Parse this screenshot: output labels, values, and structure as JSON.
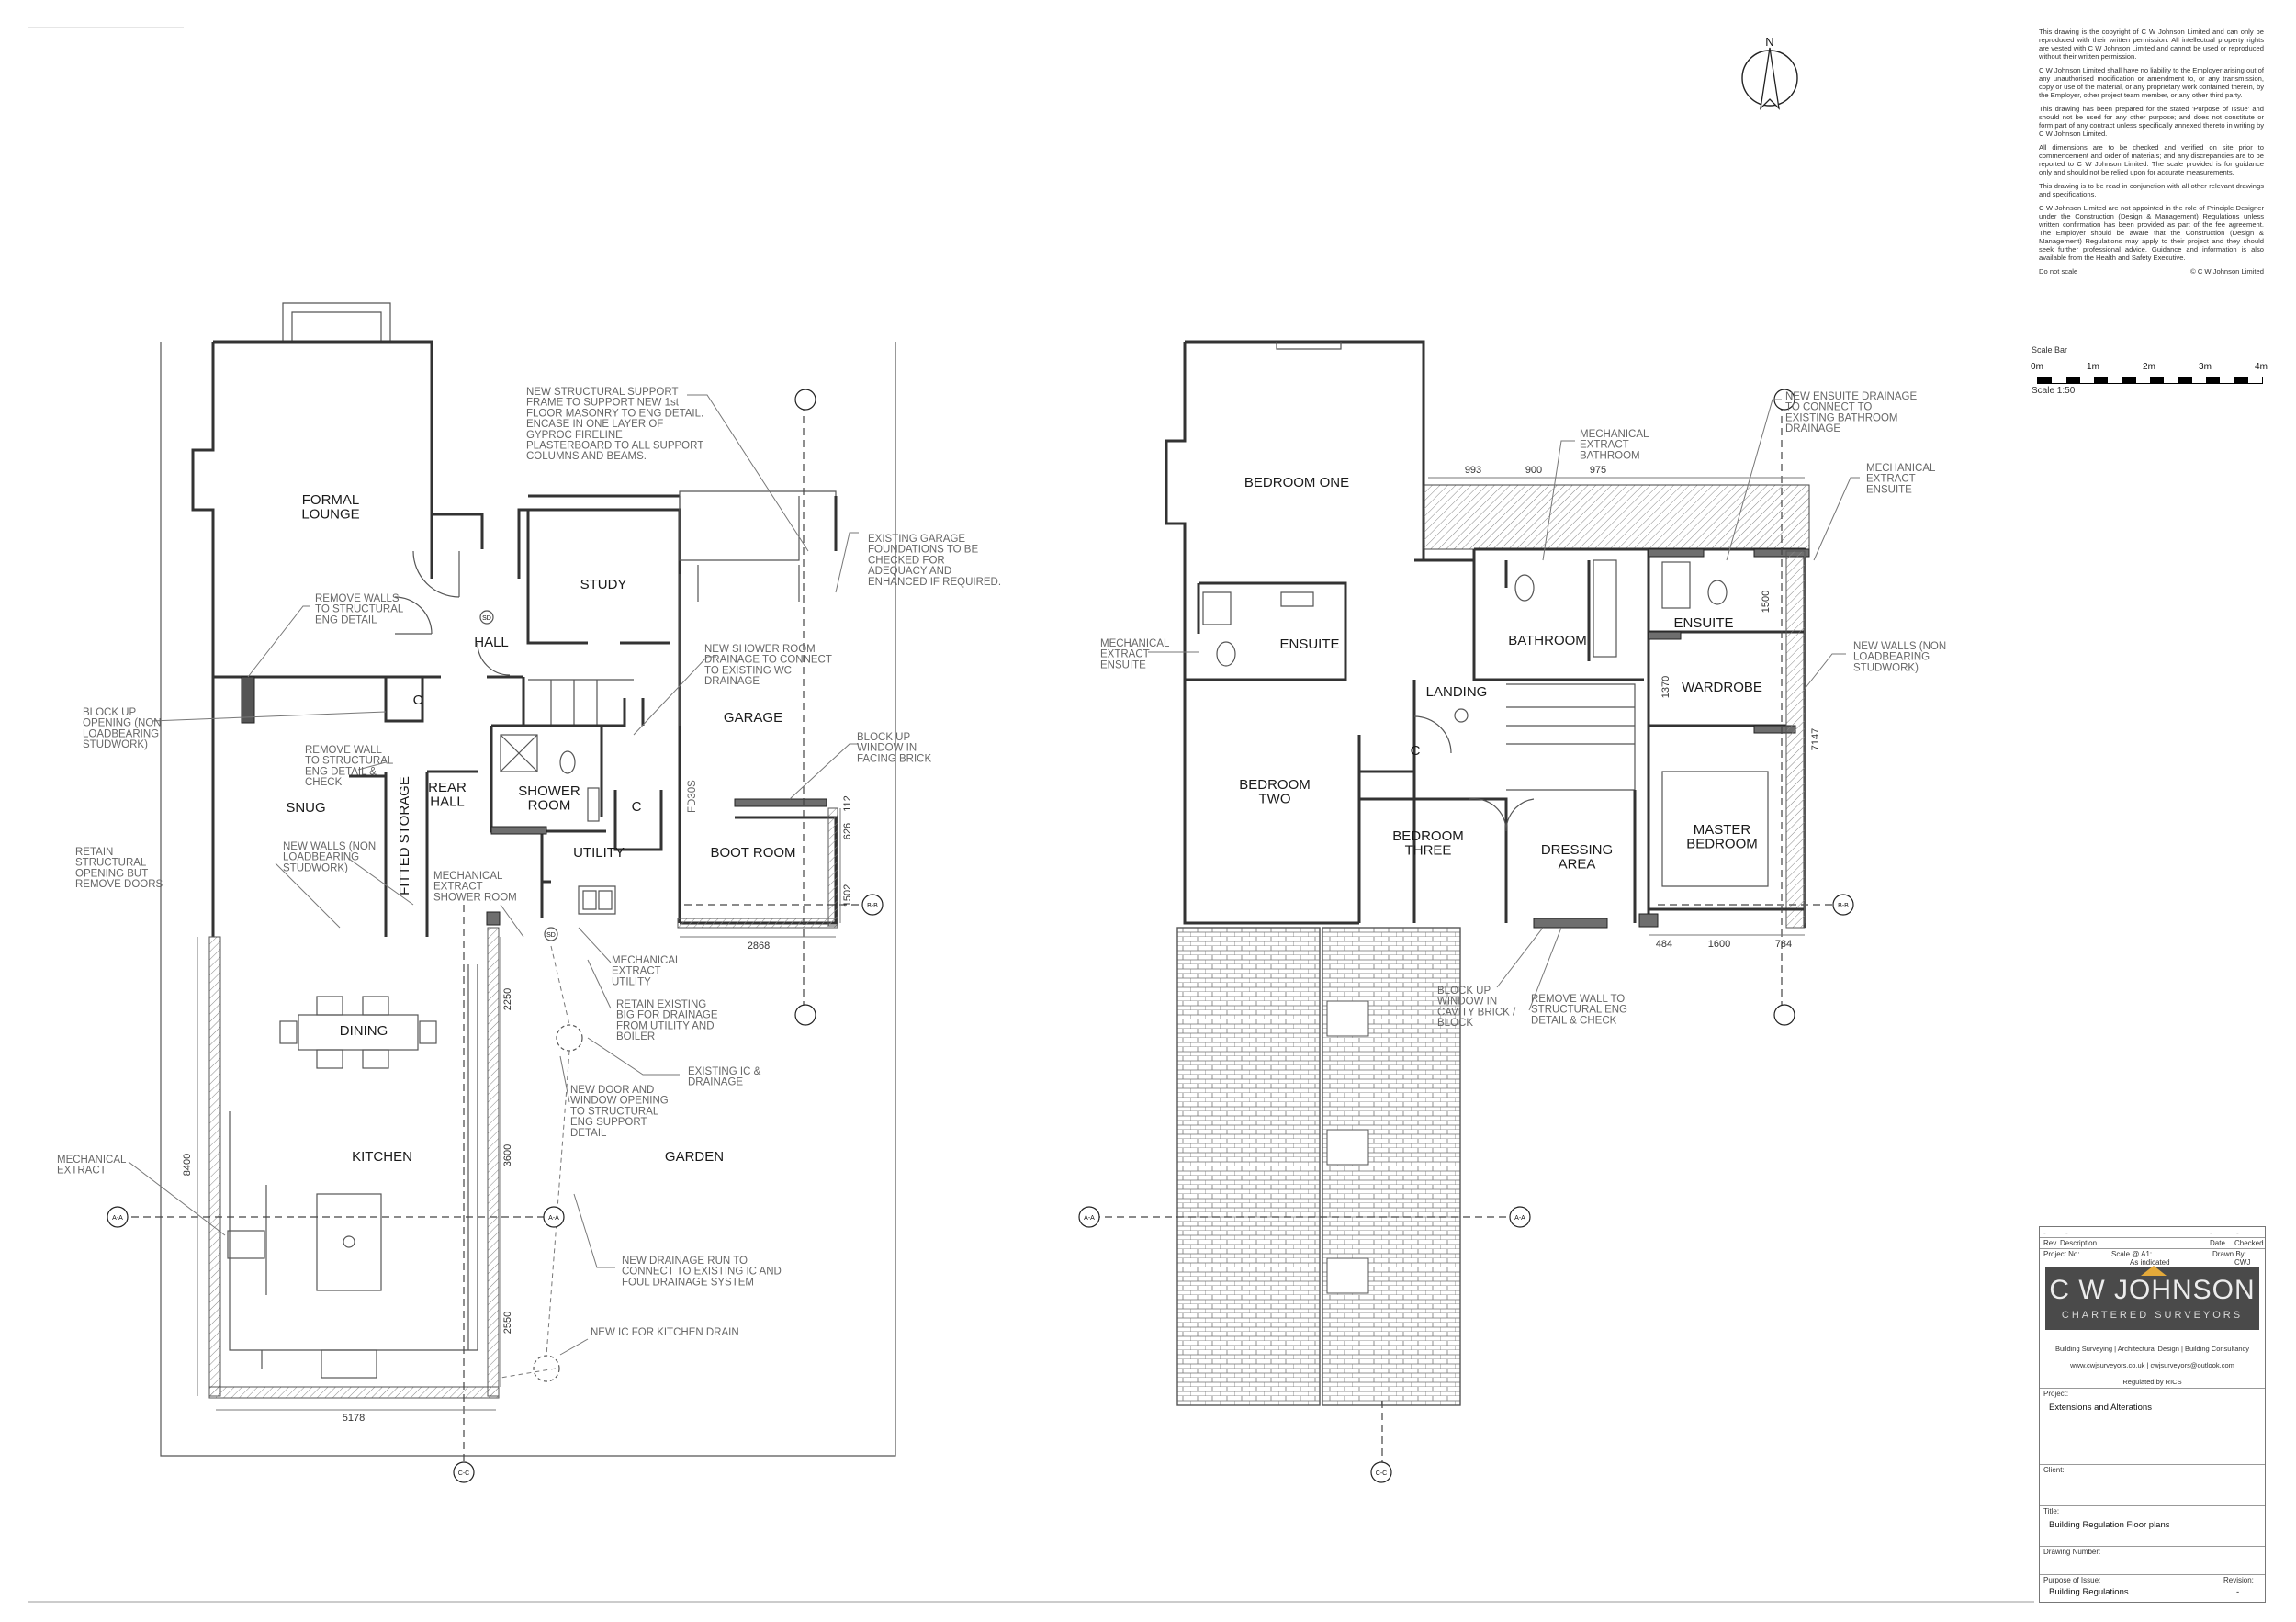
{
  "ground_floor": {
    "rooms": {
      "formal_lounge": "FORMAL\nLOUNGE",
      "study": "STUDY",
      "hall": "HALL",
      "c1": "C",
      "c2": "C",
      "garage": "GARAGE",
      "rear_hall": "REAR\nHALL",
      "shower_room": "SHOWER\nROOM",
      "snug": "SNUG",
      "fitted_storage": "FITTED STORAGE",
      "utility": "UTILITY",
      "boot_room": "BOOT ROOM",
      "dining": "DINING",
      "kitchen": "KITCHEN",
      "garden": "GARDEN"
    },
    "notes": {
      "structural_support": "NEW STRUCTURAL SUPPORT\nFRAME TO SUPPORT NEW 1st\nFLOOR MASONRY TO ENG DETAIL.\nENCASE IN ONE LAYER OF\nGYPROC FIRELINE\nPLASTERBOARD TO ALL SUPPORT\nCOLUMNS AND BEAMS.",
      "garage_foundations": "EXISTING GARAGE\nFOUNDATIONS TO BE\nCHECKED FOR\nADEQUACY AND\nENHANCED IF REQUIRED.",
      "remove_walls": "REMOVE WALLS\nTO STRUCTURAL\nENG DETAIL",
      "shower_drainage": "NEW SHOWER ROOM\nDRAINAGE TO CONNECT\nTO EXISTING WC\nDRAINAGE",
      "block_up_opening": "BLOCK UP\nOPENING (NON\nLOADBEARING\nSTUDWORK)",
      "remove_wall_check": "REMOVE WALL\nTO STRUCTURAL\nENG DETAIL &\nCHECK",
      "block_up_window": "BLOCK UP\nWINDOW IN\nFACING BRICK",
      "retain_opening": "RETAIN\nSTRUCTURAL\nOPENING BUT\nREMOVE DOORS",
      "new_walls": "NEW WALLS (NON\nLOADBEARING\nSTUDWORK)",
      "mech_shower": "MECHANICAL\nEXTRACT\nSHOWER ROOM",
      "mech_utility": "MECHANICAL\nEXTRACT\nUTILITY",
      "retain_big": "RETAIN EXISTING\nBIG FOR DRAINAGE\nFROM UTILITY AND\nBOILER",
      "existing_ic": "EXISTING IC &\nDRAINAGE",
      "new_door_window": "NEW DOOR AND\nWINDOW OPENING\nTO STRUCTURAL\nENG SUPPORT\nDETAIL",
      "mech_extract": "MECHANICAL\nEXTRACT",
      "new_drainage_run": "NEW DRAINAGE RUN TO\nCONNECT TO EXISTING IC AND\nFOUL DRAINAGE SYSTEM",
      "new_ic": "NEW IC FOR KITCHEN DRAIN",
      "fd30s": "FD30S"
    },
    "dims": {
      "d2868": "2868",
      "d626": "626",
      "d112": "112",
      "d1502": "1502",
      "d2250a": "2250",
      "d3600": "3600",
      "d2550": "2550",
      "d8400": "8400",
      "d5178": "5178"
    },
    "markers": {
      "aa": "A-A",
      "bb": "B-B",
      "cc": "C-C",
      "sd": "SD"
    }
  },
  "first_floor": {
    "rooms": {
      "bedroom_one": "BEDROOM ONE",
      "ensuite_a": "ENSUITE",
      "bathroom": "BATHROOM",
      "ensuite_b": "ENSUITE",
      "landing": "LANDING",
      "wardrobe": "WARDROBE",
      "c": "C",
      "bedroom_two": "BEDROOM\nTWO",
      "bedroom_three": "BEDROOM\nTHREE",
      "dressing_area": "DRESSING\nAREA",
      "master_bedroom": "MASTER\nBEDROOM"
    },
    "notes": {
      "mech_bathroom": "MECHANICAL\nEXTRACT\nBATHROOM",
      "ensuite_drainage": "NEW ENSUITE DRAINAGE\nTO CONNECT TO\nEXISTING BATHROOM\nDRAINAGE",
      "mech_ensuite_right": "MECHANICAL\nEXTRACT\nENSUITE",
      "mech_ensuite_left": "MECHANICAL\nEXTRACT\nENSUITE",
      "new_walls": "NEW WALLS (NON\nLOADBEARING\nSTUDWORK)",
      "block_up_window": "BLOCK UP\nWINDOW IN\nCAVITY BRICK /\nBLOCK",
      "remove_wall": "REMOVE WALL TO\nSTRUCTURAL ENG\nDETAIL & CHECK"
    },
    "dims": {
      "d993": "993",
      "d900": "900",
      "d975": "975",
      "d1500": "1500",
      "d1370": "1370",
      "d7147": "7147",
      "d484": "484",
      "d1600": "1600",
      "d784": "784"
    }
  },
  "north": "N",
  "legal_notes": [
    "This drawing is the copyright of C W Johnson Limited and can only be reproduced with their written permission. All intellectual property rights are vested with C W Johnson Limited and cannot be used or reproduced without their written permission.",
    "C W Johnson Limited shall have no liability to the Employer arising out of any unauthorised modification or amendment to, or any transmission, copy or use of the material, or any proprietary work contained therein, by the Employer, other project team member, or any other third party.",
    "This drawing has been prepared for the stated 'Purpose of Issue' and should not be used for any other purpose; and does not constitute or form part of any contract unless specifically annexed thereto in writing by C W Johnson Limited.",
    "All dimensions are to be checked and verified on site prior to commencement and order of materials; and any discrepancies are to be reported to C W Johnson Limited. The scale provided is for guidance only and should not be relied upon for accurate measurements.",
    "This drawing is to be read in conjunction with all other relevant drawings and specifications.",
    "C W Johnson Limited are not appointed in the role of Principle Designer under the Construction (Design & Management) Regulations unless written confirmation has been provided as part of the fee agreement. The Employer should be aware that the Construction (Design & Management) Regulations may apply to their project and they should seek further professional advice. Guidance and information is also available from the Health and Safety Executive."
  ],
  "do_not_scale": "Do not scale",
  "copyright": "© C W Johnson Limited",
  "scale_bar": {
    "label": "Scale Bar",
    "ticks": [
      "0m",
      "1m",
      "2m",
      "3m",
      "4m"
    ],
    "scale": "Scale 1:50"
  },
  "title_block": {
    "rev_header": {
      "rev": "Rev",
      "description": "Description",
      "date": "Date",
      "checked": "Checked"
    },
    "rev_row": {
      "rev": "-",
      "description": "-",
      "date": "-",
      "checked": "-"
    },
    "project_no_label": "Project No:",
    "scale_label": "Scale @ A1:",
    "scale_value": "As indicated",
    "drawn_by_label": "Drawn By:",
    "drawn_by_value": "CWJ",
    "logo_name": "C W JOHNSON",
    "logo_sub": "CHARTERED SURVEYORS",
    "services": "Building Surveying  |  Architectural Design  |  Building Consultancy",
    "web": "www.cwjsurveyors.co.uk   |   cwjsurveyors@outlook.com",
    "regulated": "Regulated by RICS",
    "project_label": "Project:",
    "project_value": "Extensions and Alterations",
    "client_label": "Client:",
    "title_label": "Title:",
    "title_value": "Building Regulation Floor plans",
    "drawing_number_label": "Drawing Number:",
    "purpose_label": "Purpose of Issue:",
    "purpose_value": "Building Regulations",
    "revision_label": "Revision:",
    "revision_value": "-"
  }
}
